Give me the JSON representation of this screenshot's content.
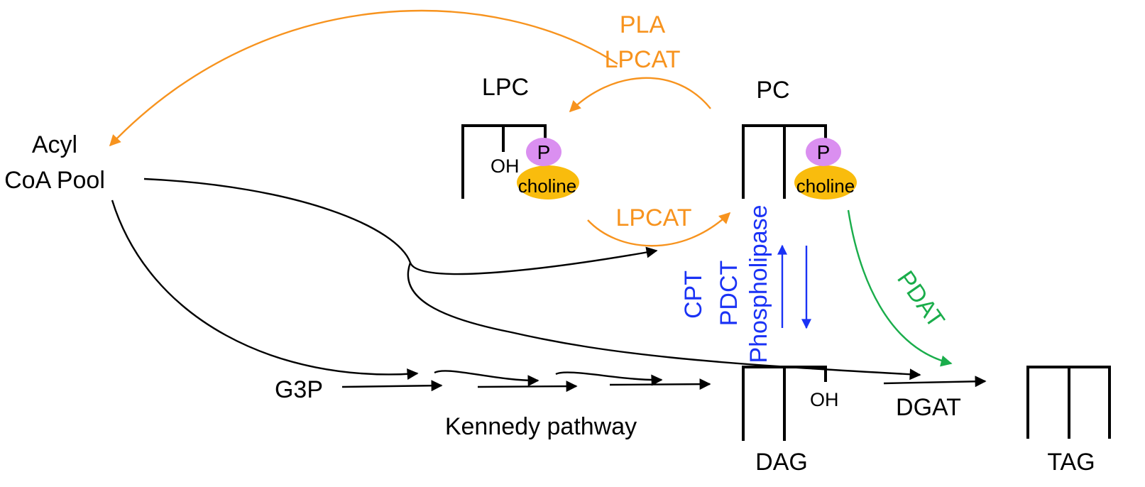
{
  "nodes": {
    "acyl_line1": "Acyl",
    "acyl_line2": "CoA Pool",
    "lpc": "LPC",
    "pc": "PC",
    "g3p": "G3P",
    "dag": "DAG",
    "tag": "TAG",
    "kennedy": "Kennedy pathway"
  },
  "groups": {
    "phosphate": "P",
    "choline": "choline",
    "hydroxyl": "OH"
  },
  "enzymes": {
    "pla": "PLA",
    "lpcat_top": "LPCAT",
    "lpcat_mid": "LPCAT",
    "cpt": "CPT",
    "pdct": "PDCT",
    "phospholipase": "Phospholipase",
    "pdat": "PDAT",
    "dgat": "DGAT"
  },
  "colors": {
    "orange": "#F7931E",
    "blue": "#1A32F5",
    "green": "#1AAD4B",
    "phosphate_fill": "#DA8FF0",
    "choline_fill": "#F9BC0D",
    "black": "#000000"
  }
}
